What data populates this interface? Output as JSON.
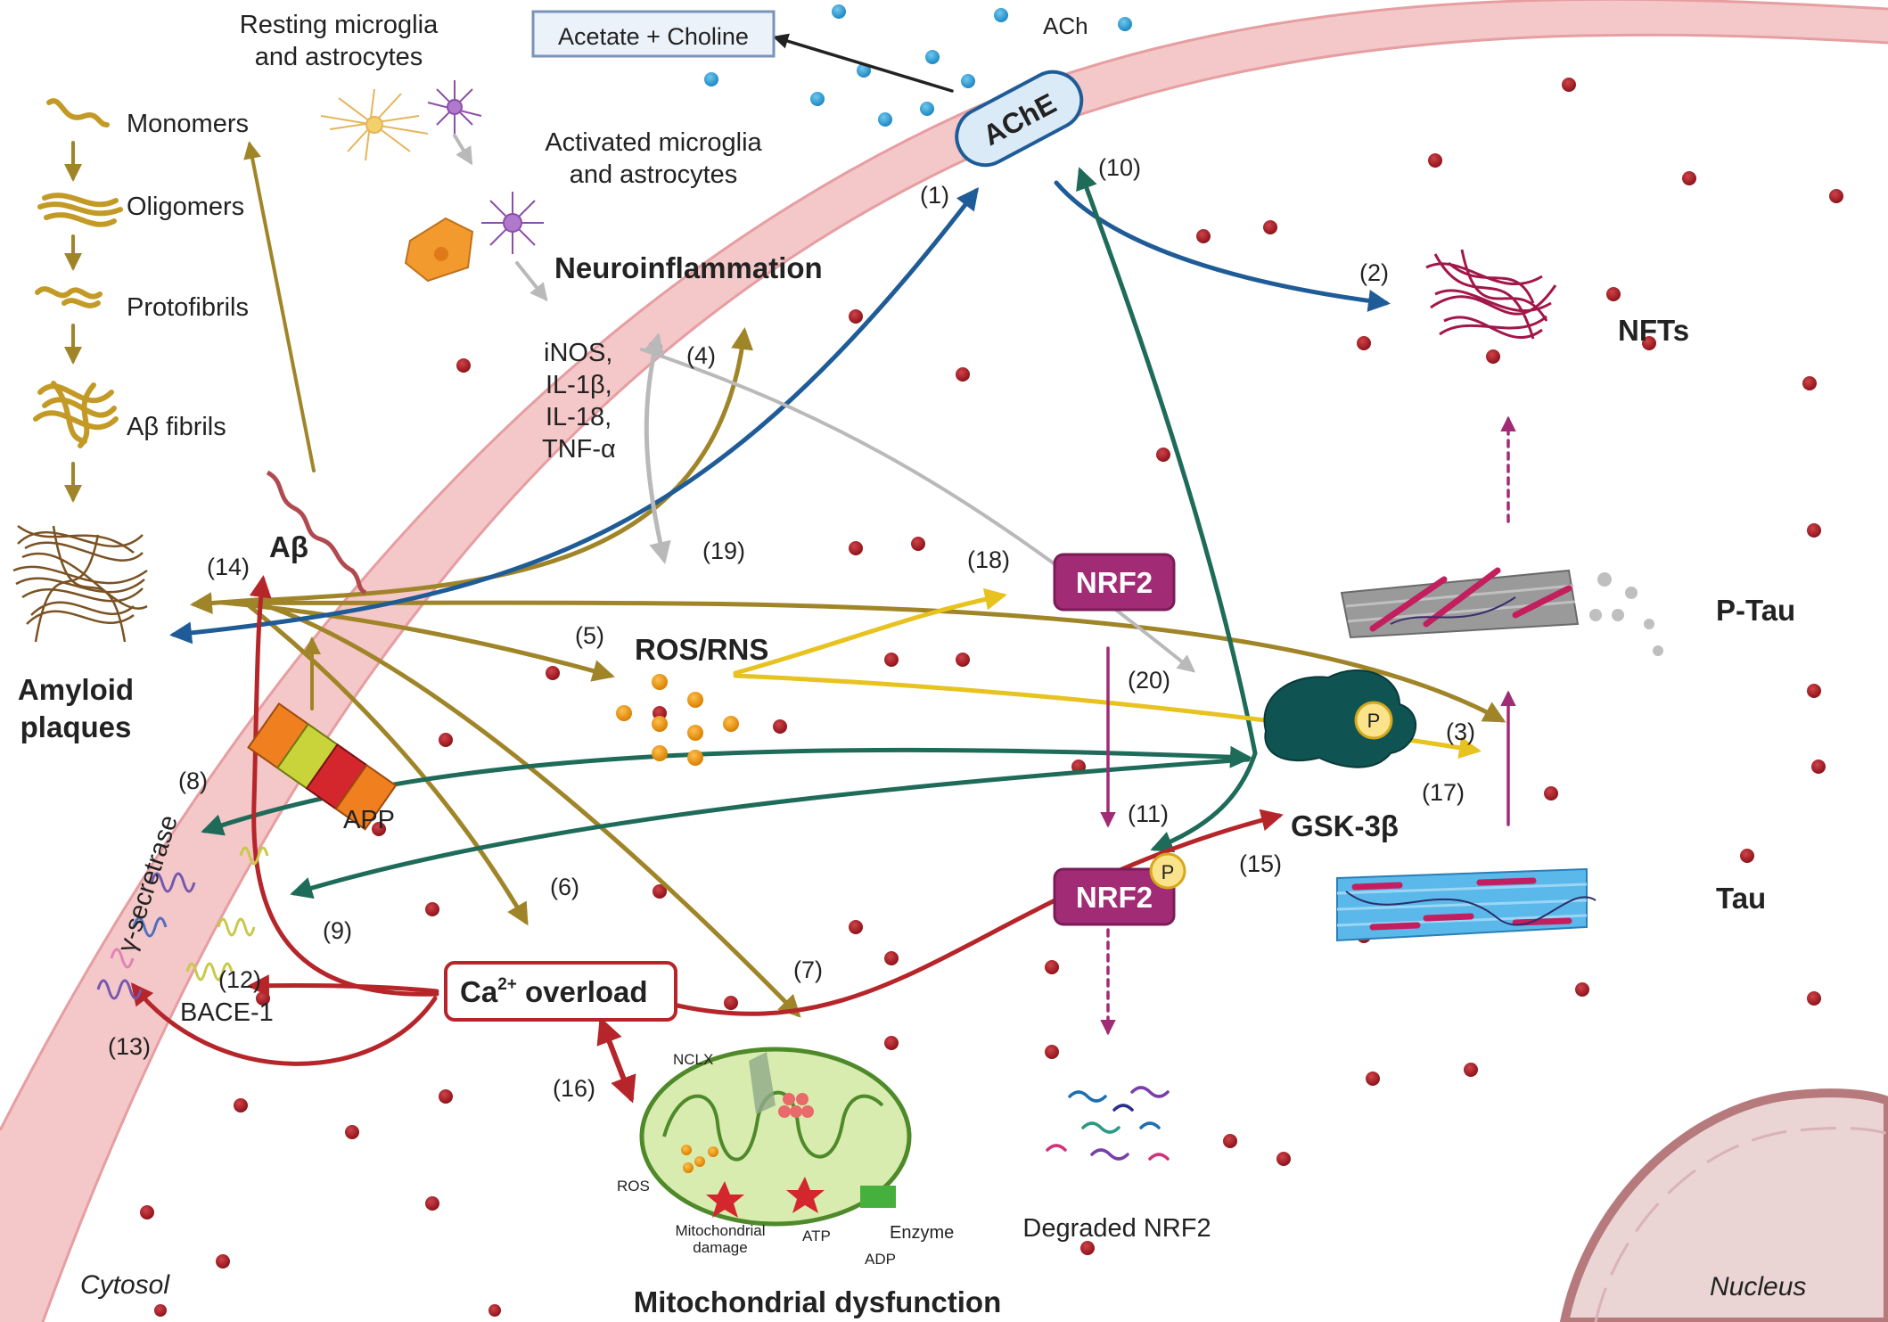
{
  "labels": {
    "acetate_choline": "Acetate + Choline",
    "ach": "ACh",
    "ache": "AChE",
    "resting_glia_1": "Resting microglia",
    "resting_glia_2": "and astrocytes",
    "activated_glia_1": "Activated microglia",
    "activated_glia_2": "and astrocytes",
    "neuroinflammation": "Neuroinflammation",
    "cytokine_1": "iNOS,",
    "cytokine_2": "IL-1β,",
    "cytokine_3": "IL-18,",
    "cytokine_4": "TNF-α",
    "monomers": "Monomers",
    "oligomers": "Oligomers",
    "protofibrils": "Protofibrils",
    "ab_fibrils": "Aβ fibrils",
    "abeta": "Aβ",
    "amyloid_1": "Amyloid",
    "amyloid_2": "plaques",
    "app": "APP",
    "gamma_secretase": "γ-secretrase",
    "bace1": "BACE-1",
    "ros_rns": "ROS/RNS",
    "nrf2_top": "NRF2",
    "nrf2_bottom": "NRF2",
    "phospho_1": "P",
    "phospho_2": "P",
    "gsk3b": "GSK-3β",
    "nfts": "NFTs",
    "ptau": "P-Tau",
    "tau": "Tau",
    "ca_main": "Ca",
    "ca_sup": "2+",
    "ca_tail": " overload",
    "degraded_nrf2": "Degraded NRF2",
    "nclx": "NCLX",
    "mito_ros": "ROS",
    "mito_damage_1": "Mitochondrial",
    "mito_damage_2": "damage",
    "atp": "ATP",
    "adp": "ADP",
    "enzyme": "Enzyme",
    "mito_dysfunction": "Mitochondrial dysfunction",
    "cytosol": "Cytosol",
    "nucleus": "Nucleus"
  },
  "steps": [
    "(1)",
    "(2)",
    "(3)",
    "(4)",
    "(5)",
    "(6)",
    "(7)",
    "(8)",
    "(9)",
    "(10)",
    "(11)",
    "(12)",
    "(13)",
    "(14)",
    "(15)",
    "(16)",
    "(17)",
    "(18)",
    "(19)",
    "(20)"
  ],
  "colors": {
    "membrane": "#f4c7c8",
    "membrane_line": "#e8a3a5",
    "gold_arrow": "#a08528",
    "blue_arrow": "#1f5c97",
    "teal_arrow": "#1e6b5a",
    "red_arrow": "#b5252a",
    "yellow_arrow": "#e8c21e",
    "gray_arrow": "#b9b9b9",
    "purple": "#a12b74",
    "dots": "#a11f26"
  }
}
